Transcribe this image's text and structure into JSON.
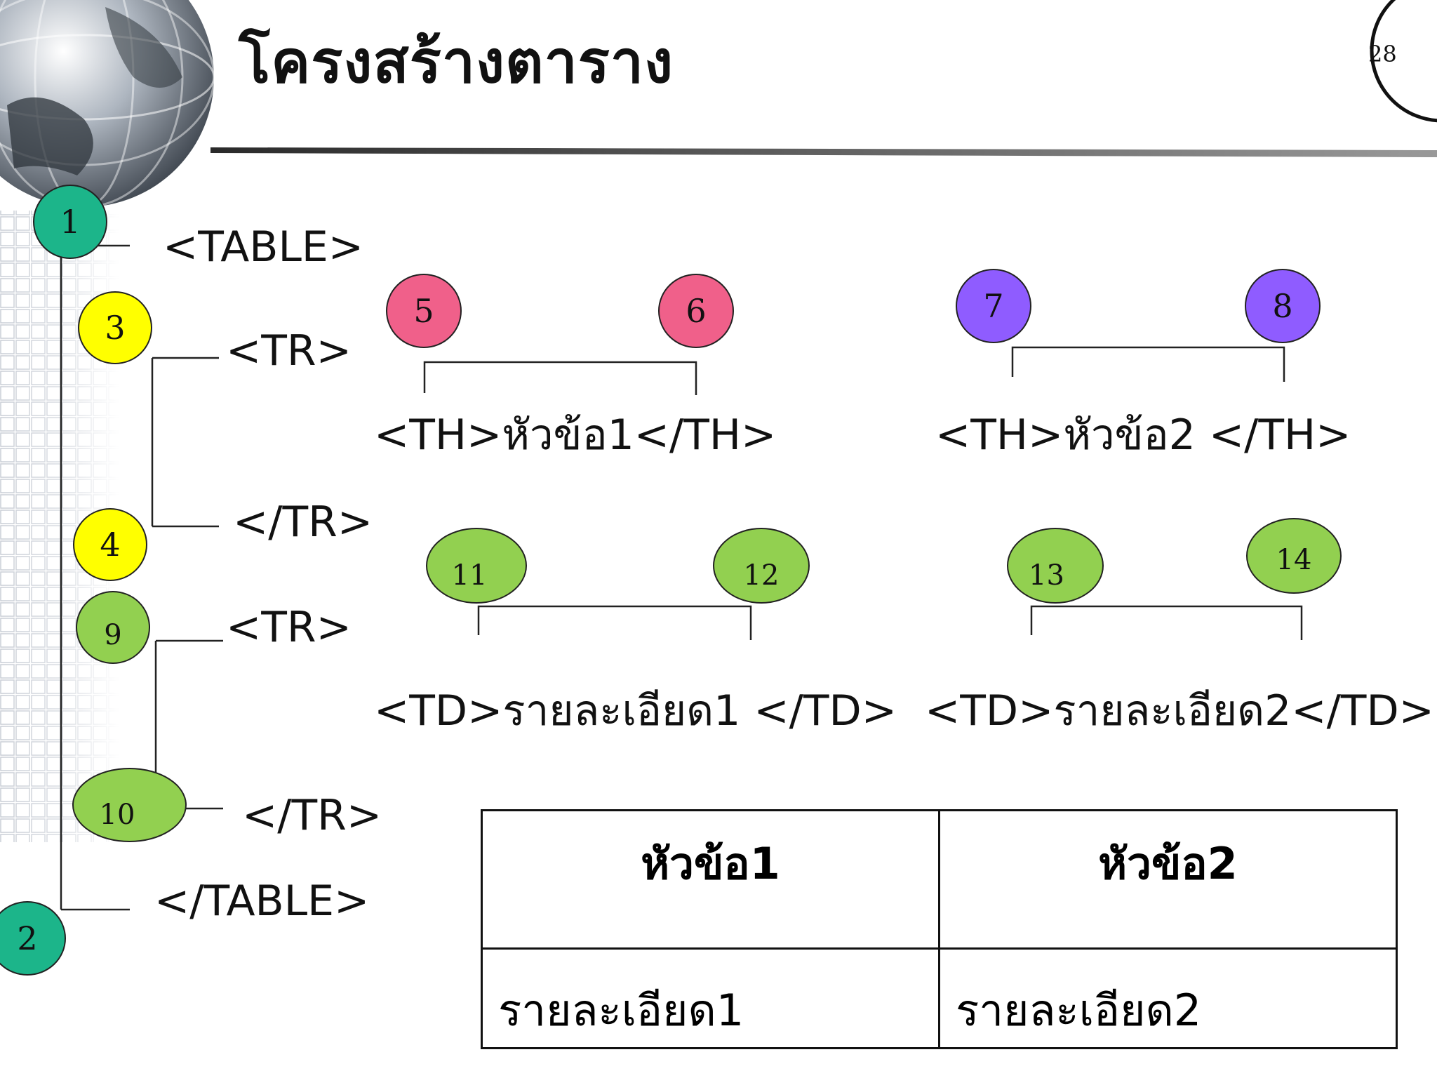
{
  "slide": {
    "title": "โครงสร้างตาราง",
    "page_number": "28"
  },
  "code_lines": {
    "table_open": "<TABLE>",
    "tr_open_1": "<TR>",
    "tr_close_1": "</TR>",
    "tr_open_2": "<TR>",
    "tr_close_2": "</TR>",
    "table_close": "</TABLE>",
    "th_1": "<TH>หัวข้อ1</TH>",
    "th_2": "<TH>หัวข้อ2 </TH>",
    "td_1": "<TD>รายละเอียด1 </TD>",
    "td_2": "<TD>รายละเอียด2</TD>"
  },
  "badges": [
    {
      "label": "1",
      "color": "#1cb58a"
    },
    {
      "label": "2",
      "color": "#1cb58a"
    },
    {
      "label": "3",
      "color": "#ffff00"
    },
    {
      "label": "4",
      "color": "#ffff00"
    },
    {
      "label": "5",
      "color": "#f0608a"
    },
    {
      "label": "6",
      "color": "#f0608a"
    },
    {
      "label": "7",
      "color": "#8f5cff"
    },
    {
      "label": "8",
      "color": "#8f5cff"
    },
    {
      "label": "9",
      "color": "#92d050"
    },
    {
      "label": "10",
      "color": "#92d050"
    },
    {
      "label": "11",
      "color": "#92d050"
    },
    {
      "label": "12",
      "color": "#92d050"
    },
    {
      "label": "13",
      "color": "#92d050"
    },
    {
      "label": "14",
      "color": "#92d050"
    }
  ],
  "demo_table": {
    "headers": [
      "หัวข้อ1",
      "หัวข้อ2"
    ],
    "rows": [
      [
        "รายละเอียด1",
        "รายละเอียด2"
      ]
    ]
  }
}
